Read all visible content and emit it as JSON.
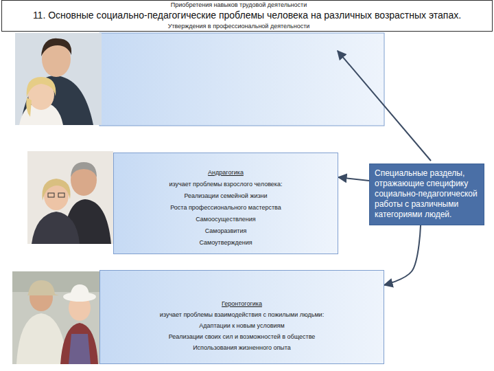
{
  "diagram": {
    "title": "11. Основные социально-педагогические проблемы человека на различных возрастных этапах.",
    "nodes": [
      {
        "text": [
          "Андрагогика",
          "изучает проблемы взрослого человека:",
          "Реализации семейной жизни",
          "Роста профессионального мастерства",
          "Самоосуществления",
          "Саморазвития",
          "Самоутверждения"
        ]
      },
      {
        "text": [
          "Специальные разделы, отражающие специфику социально-педагогической работы с различными категориями людей."
        ]
      },
      {
        "text": [
          "Геронтогогика",
          "изучает проблемы взаимодействия с пожилыми людьми:",
          "Адаптации к новым условиям",
          "Реализации своих сил и возможностей в обществе",
          "Использования жизненного опыта"
        ]
      }
    ],
    "edges": [
      {
        "from": 1,
        "to": 0,
        "arrow": "to"
      },
      {
        "from": 1,
        "to": 2,
        "arrow": "to"
      }
    ],
    "labels": [
      "Приобретения навыков трудовой деятельности",
      "Утверждения в профессиональной деятельности"
    ]
  }
}
